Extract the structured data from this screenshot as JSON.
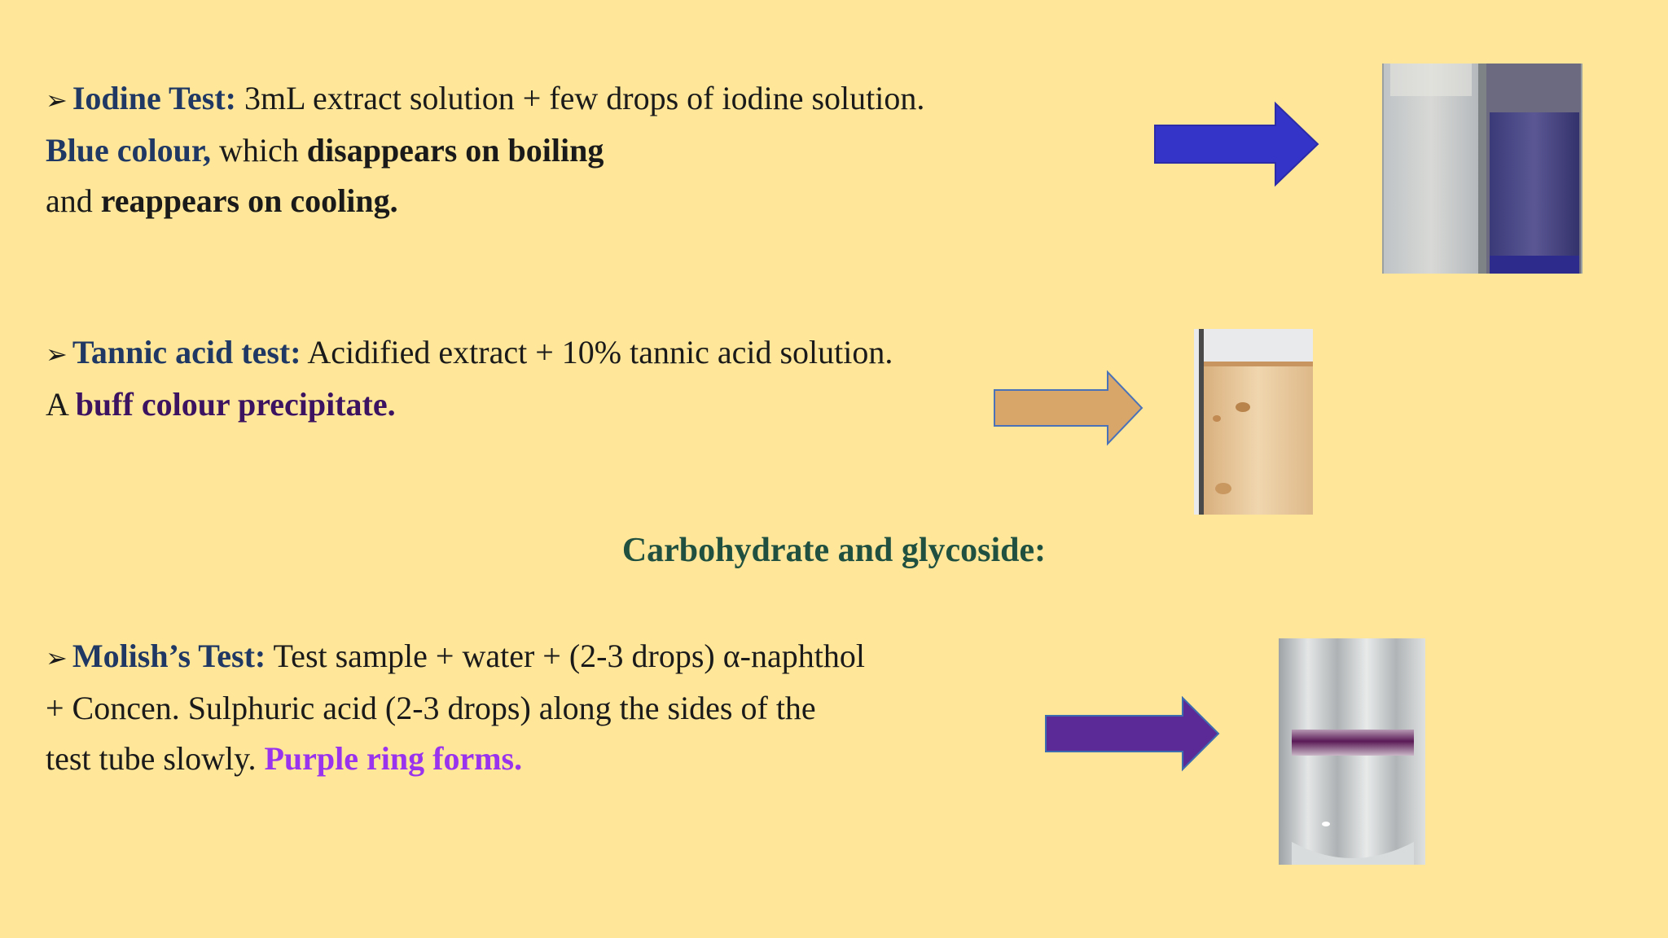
{
  "iodine": {
    "bullet": "➢",
    "title": "Iodine Test:",
    "line1_rest": " 3mL extract solution + few drops of iodine solution.",
    "blue_colour": "Blue colour,",
    "which": " which ",
    "disappears": "disappears on boiling",
    "and": "and ",
    "reappears": "reappears on cooling.",
    "arrow_color": "#3434c8"
  },
  "tannic": {
    "bullet": "➢",
    "title": "Tannic acid test:",
    "line1_rest": " Acidified extract + 10% tannic acid solution.",
    "a": "A ",
    "buff": "buff colour precipitate.",
    "arrow_color": "#d9a66a"
  },
  "section_heading": "Carbohydrate and glycoside:",
  "molish": {
    "bullet": "➢",
    "title": "Molish’s Test:",
    "line1_rest": " Test sample + water + (2-3 drops) α-naphthol",
    "line2": "+ Concen. Sulphuric acid (2-3 drops) along the sides of the",
    "line3_start": "test tube slowly. ",
    "purple_ring": "Purple ring forms.",
    "arrow_color": "#5b2a96"
  }
}
